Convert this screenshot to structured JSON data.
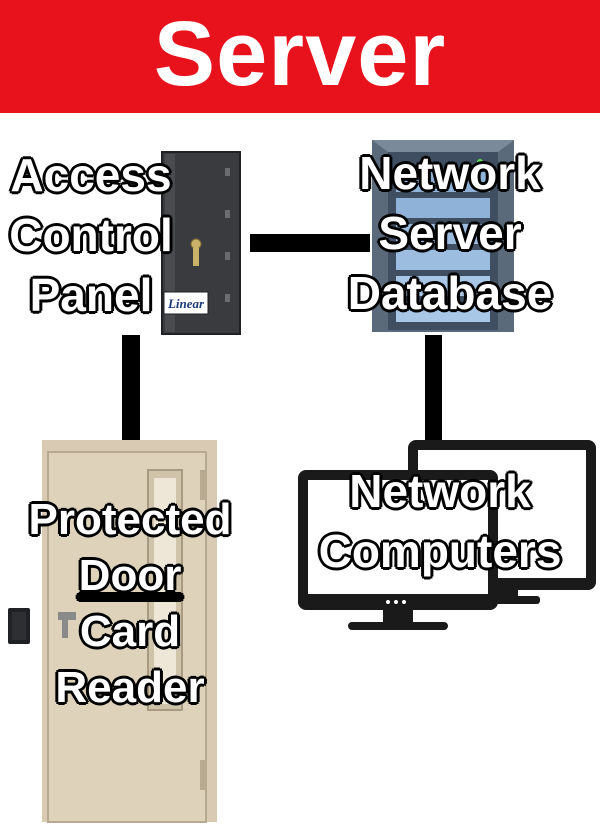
{
  "banner": {
    "title": "Server",
    "color": "#e8121c"
  },
  "nodes": {
    "access_panel": {
      "lines": [
        "Access",
        "Control",
        "Panel"
      ],
      "brand": "Linear",
      "icon": "control-panel-box-icon"
    },
    "server": {
      "lines": [
        "Network",
        "Server",
        "Database"
      ],
      "icon": "server-rack-icon"
    },
    "door": {
      "lines": [
        "Protected",
        "Door",
        "Card",
        "Reader"
      ],
      "icon": "door-icon"
    },
    "computers": {
      "lines": [
        "Network",
        "Computers"
      ],
      "icon": "monitors-icon"
    },
    "card_reader": {
      "icon": "card-reader-icon"
    }
  },
  "connections": [
    {
      "from": "access_panel",
      "to": "server"
    },
    {
      "from": "access_panel",
      "to": "door"
    },
    {
      "from": "server",
      "to": "computers"
    }
  ]
}
